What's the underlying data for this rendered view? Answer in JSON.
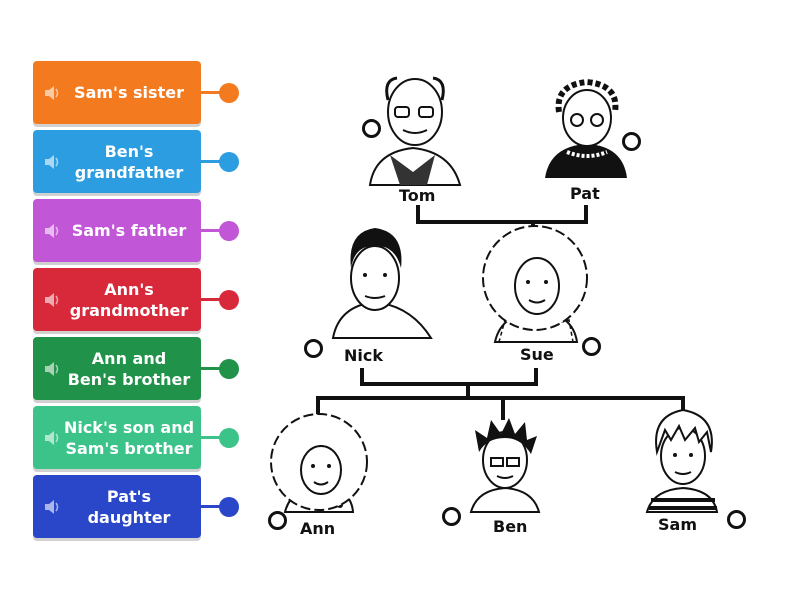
{
  "cards": [
    {
      "label": "Sam's sister",
      "color": "#f47a1f",
      "icon": "speaker-icon"
    },
    {
      "label": "Ben's\ngrandfather",
      "color": "#2b9de0",
      "icon": "speaker-icon"
    },
    {
      "label": "Sam's father",
      "color": "#c156d6",
      "icon": "speaker-icon"
    },
    {
      "label": "Ann's\ngrandmother",
      "color": "#d8293a",
      "icon": "speaker-icon"
    },
    {
      "label": "Ann and\nBen's brother",
      "color": "#21924a",
      "icon": "speaker-icon"
    },
    {
      "label": "Nick's son and\nSam's brother",
      "color": "#3cc38a",
      "icon": "speaker-icon"
    },
    {
      "label": "Pat's daughter",
      "color": "#2a46c9",
      "icon": "speaker-icon"
    }
  ],
  "tree": {
    "people": [
      "Tom",
      "Pat",
      "Nick",
      "Sue",
      "Ann",
      "Ben",
      "Sam"
    ]
  }
}
